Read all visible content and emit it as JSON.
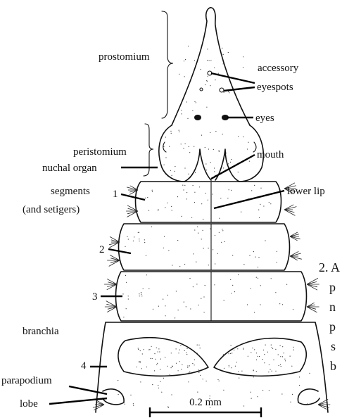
{
  "labels": {
    "prostomium": "prostomium",
    "accessory": "accessory",
    "eyespots": "eyespots",
    "eyes": "eyes",
    "peristomium": "peristomium",
    "mouth": "mouth",
    "nuchal_organ": "nuchal organ",
    "segments": "segments",
    "and_setigers": "(and setigers)",
    "lower_lip": "lower lip",
    "branchia": "branchia",
    "parapodium": "parapodium",
    "lobe": "lobe"
  },
  "segment_numbers": [
    "1",
    "2",
    "3",
    "4"
  ],
  "scale_bar": {
    "label": "0.2 mm"
  },
  "side_text": [
    "2. A",
    "p",
    "n",
    "p",
    "s",
    "b"
  ]
}
